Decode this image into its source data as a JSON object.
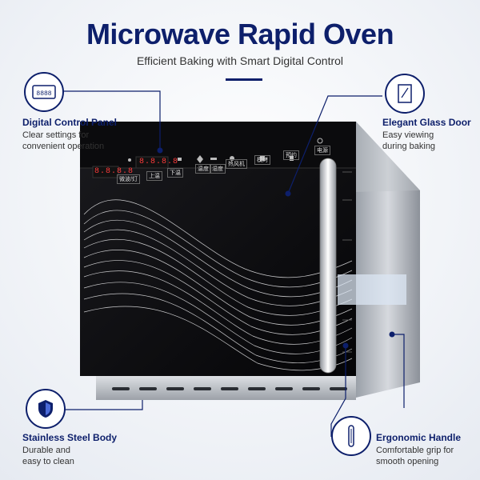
{
  "header": {
    "title": "Microwave Rapid Oven",
    "subtitle": "Efficient Baking with Smart Digital Control"
  },
  "features": [
    {
      "id": "digital",
      "title": "Digital Control Panel",
      "desc": [
        "Clear settings for",
        "convenient operation"
      ],
      "icon": "digital-display-icon"
    },
    {
      "id": "glass",
      "title": "Elegant Glass Door",
      "desc": [
        "Easy viewing",
        "during baking"
      ],
      "icon": "glass-door-icon"
    },
    {
      "id": "steel",
      "title": "Stainless Steel Body",
      "desc": [
        "Durable and",
        "easy to clean"
      ],
      "icon": "shield-icon"
    },
    {
      "id": "handle",
      "title": "Ergonomic Handle",
      "desc": [
        "Comfortable grip for",
        "smooth opening"
      ],
      "icon": "handle-icon"
    }
  ],
  "panel": {
    "display_left": "8.8.8.8",
    "display_right": "8.8.8.8",
    "buttons": [
      "微波/灯",
      "上温",
      "下温",
      "温度",
      "湿度",
      "热风机",
      "模烤",
      "预约",
      "电源"
    ]
  },
  "colors": {
    "brand": "#0d1f6b",
    "led": "#ff3b3b"
  }
}
